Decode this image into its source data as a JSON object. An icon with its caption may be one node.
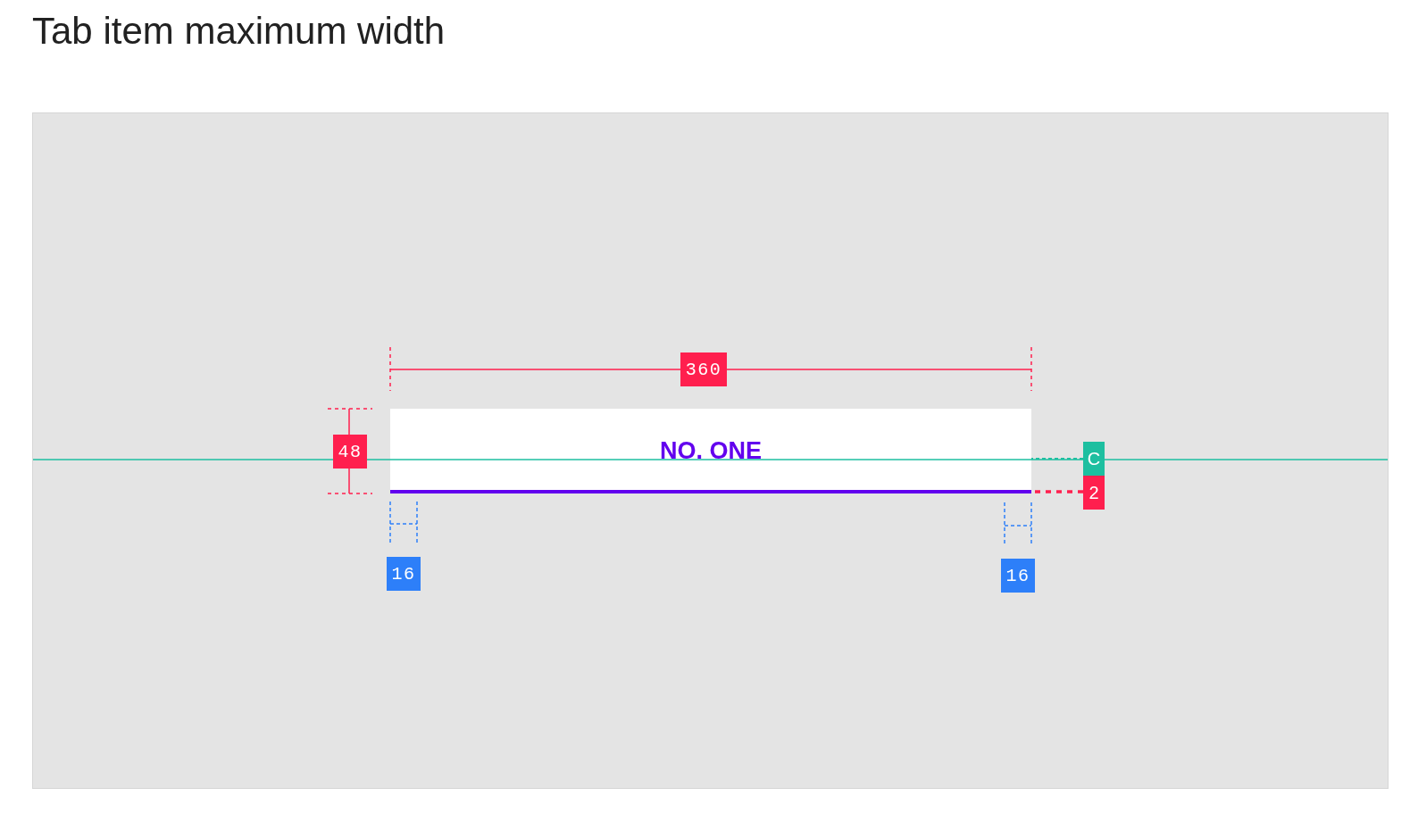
{
  "diagram": {
    "title": "Tab item maximum width",
    "nodes": [
      {
        "text": [
          "NO. ONE"
        ]
      },
      {
        "text": [],
        "shape": "bar",
        "in": 0
      },
      {
        "text": [
          "C"
        ]
      },
      {
        "text": [
          "2"
        ]
      }
    ],
    "edges": [
      {
        "from": 2,
        "to": 0,
        "arrow": "none",
        "style": "dashed",
        "color": "#1dbfa0"
      },
      {
        "from": 3,
        "to": 1,
        "arrow": "none",
        "style": "dashed",
        "color": "#ff1f4e"
      }
    ],
    "labels": [
      "360",
      "48",
      "16",
      "16"
    ]
  }
}
